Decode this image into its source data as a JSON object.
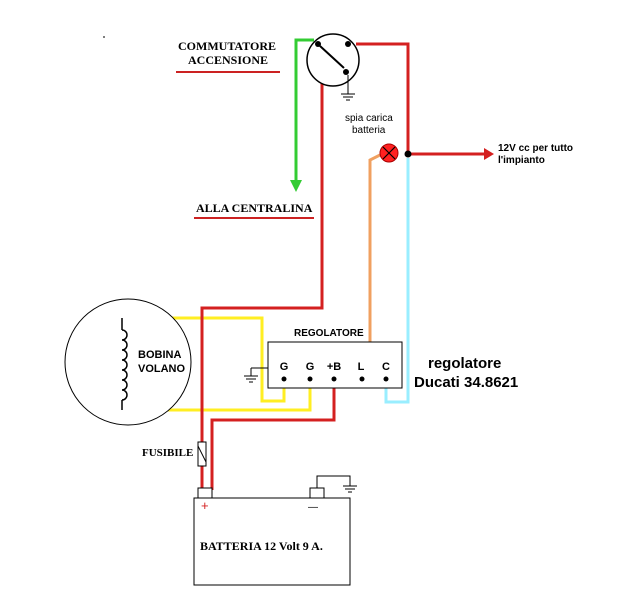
{
  "labels": {
    "switch_title_line1": "COMMUTATORE",
    "switch_title_line2": "ACCENSIONE",
    "to_ecu": "ALLA CENTRALINA",
    "lamp_line1": "spia carica",
    "lamp_line2": "batteria",
    "output_line1": "12V cc per tutto",
    "output_line2": "l'impianto",
    "regulator_title": "REGOLATORE",
    "regulator_model_line1": "regolatore",
    "regulator_model_line2": "Ducati 34.8621",
    "coil_line1": "BOBINA",
    "coil_line2": "VOLANO",
    "fuse": "FUSIBILE",
    "battery": "BATTERIA 12 Volt 9 A.",
    "battery_plus": "+",
    "battery_minus": "—"
  },
  "regulator_terminals": [
    "G",
    "G",
    "+B",
    "L",
    "C"
  ],
  "wire_colors": {
    "red": "#d42020",
    "green": "#33cc33",
    "yellow": "#ffee22",
    "orange": "#f0a060",
    "cyan": "#99eeff",
    "label_underline": "#cc2222"
  }
}
